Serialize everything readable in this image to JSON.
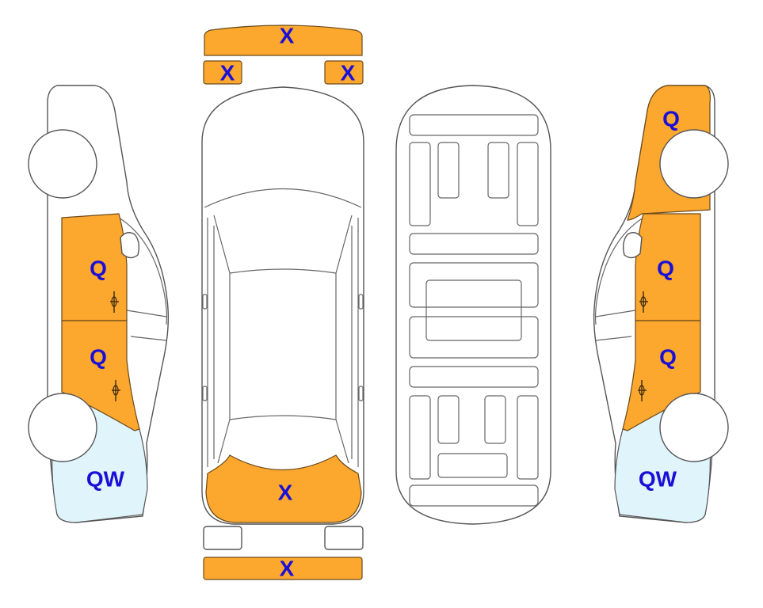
{
  "colors": {
    "damage_fill": "#FCA72E",
    "light_fill": "#E0F4FC",
    "label": "#1a0fd6",
    "outline": "#555555"
  },
  "labels": {
    "roof_top": "X",
    "top_left": "X",
    "top_right": "X",
    "rear_bumper_area": "X",
    "bottom_bar": "X",
    "left_front_door": "Q",
    "left_rear_door": "Q",
    "left_rear_quarter": "QW",
    "right_front_fender": "Q",
    "right_front_door": "Q",
    "right_rear_door": "Q",
    "right_rear_quarter": "QW"
  }
}
